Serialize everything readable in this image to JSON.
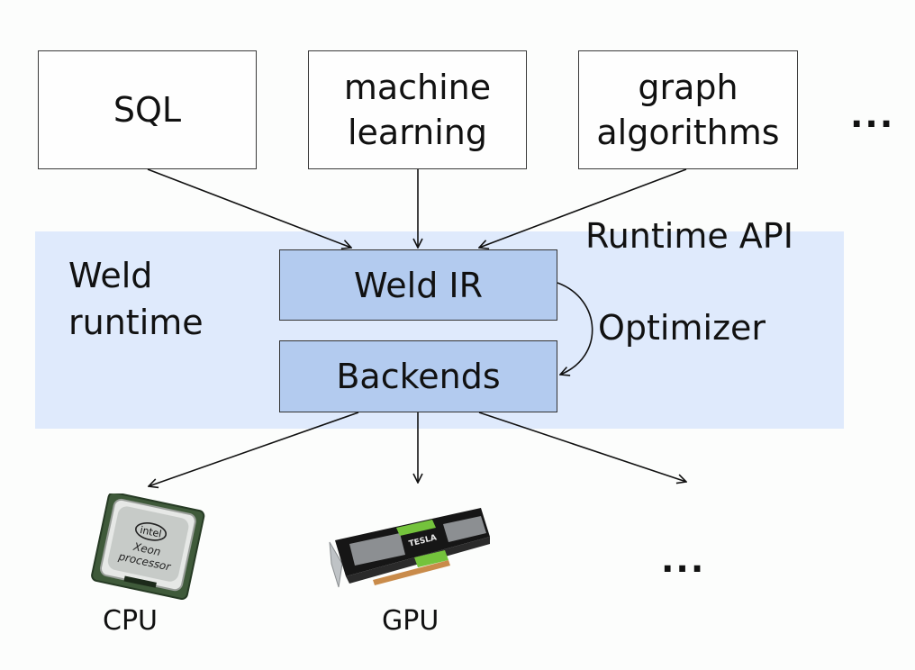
{
  "frontends": [
    {
      "label_line1": "SQL",
      "label_line2": ""
    },
    {
      "label_line1": "machine",
      "label_line2": "learning"
    },
    {
      "label_line1": "graph",
      "label_line2": "algorithms"
    }
  ],
  "frontends_more": "...",
  "runtime": {
    "title_line1": "Weld",
    "title_line2": "runtime",
    "api_label": "Runtime API",
    "ir_label": "Weld IR",
    "backends_label": "Backends",
    "optimizer_label": "Optimizer",
    "band_color": "#dfeafc",
    "box_color": "#b3cbef"
  },
  "hardware": [
    {
      "label": "CPU",
      "icon": "cpu-chip-icon",
      "chip_text_brand": "intel",
      "chip_text_line1": "Xeon",
      "chip_text_line2": "processor"
    },
    {
      "label": "GPU",
      "icon": "gpu-card-icon",
      "card_text": "TESLA"
    }
  ],
  "hardware_more": "..."
}
